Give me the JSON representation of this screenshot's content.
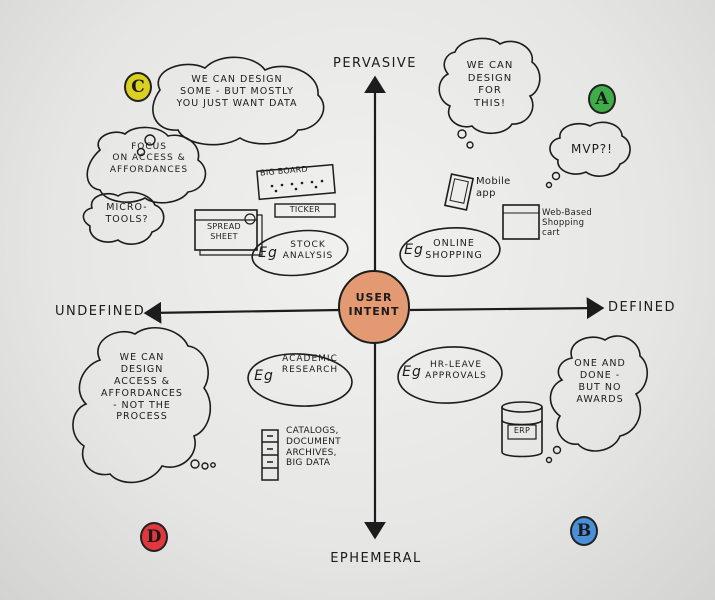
{
  "center": "USER\nINTENT",
  "axes": {
    "top": "PERVASIVE",
    "bottom": "EPHEMERAL",
    "left": "UNDEFINED",
    "right": "DEFINED"
  },
  "quadrants": {
    "A": {
      "letter": "A",
      "color": "#3fae49",
      "thought": "WE CAN\nDESIGN\nFOR\nTHIS!",
      "thought2": "MVP?!",
      "labels": [
        "Mobile\napp",
        "Web-Based\nShopping\ncart"
      ],
      "example_prefix": "Eg",
      "example": "ONLINE\nSHOPPING"
    },
    "B": {
      "letter": "B",
      "color": "#4a90d9",
      "thought": "ONE AND\nDONE -\nBUT NO\nAWARDS",
      "example_prefix": "Eg",
      "example": "HR-LEAVE\nAPPROVALS",
      "label": "ERP"
    },
    "C": {
      "letter": "C",
      "color": "#d9d020",
      "thought": "WE CAN DESIGN\nSOME - BUT MOSTLY\nYOU JUST WANT DATA",
      "thought2": "FOCUS\nON ACCESS &\nAFFORDANCES",
      "thought3": "MICRO-\nTOOLS?",
      "labels": [
        "BIG BOARD",
        "TICKER",
        "SPREAD\nSHEET"
      ],
      "example_prefix": "Eg",
      "example": "STOCK\nANALYSIS"
    },
    "D": {
      "letter": "D",
      "color": "#e0383c",
      "thought": "WE CAN\nDESIGN\nACCESS &\nAFFORDANCES\n- NOT THE\nPROCESS",
      "example_prefix": "Eg",
      "example": "ACADEMIC\nRESEARCH",
      "label": "CATALOGS,\nDOCUMENT\nARCHIVES,\nBIG DATA"
    }
  },
  "colors": {
    "center_fill": "#e39a72",
    "ink": "#1c1c1c"
  }
}
